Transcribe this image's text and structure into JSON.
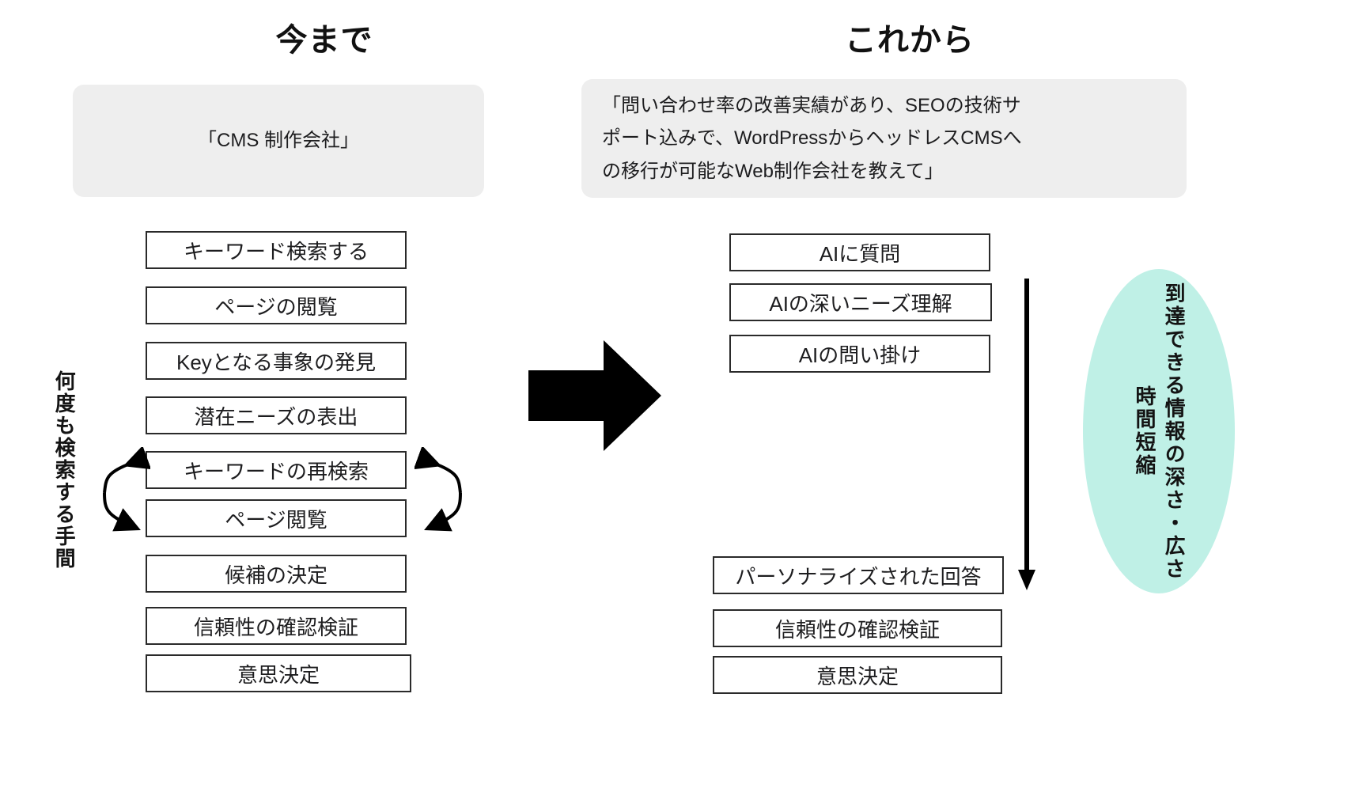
{
  "headings": {
    "past": "今まで",
    "future": "これから"
  },
  "prompts": {
    "past": "「CMS 制作会社」",
    "future_line1": "「問い合わせ率の改善実績があり、SEOの技術サ",
    "future_line2": "ポート込みで、WordPressからヘッドレスCMSへ",
    "future_line3": "の移行が可能なWeb制作会社を教えて」"
  },
  "past_flow": {
    "steps": [
      "キーワード検索する",
      "ページの閲覧",
      "Keyとなる事象の発見",
      "潜在ニーズの表出",
      "キーワードの再検索",
      "ページ閲覧",
      "候補の決定",
      "信頼性の確認検証",
      "意思決定"
    ],
    "effort_label": "何度も検索する手間",
    "loop_from": "キーワードの再検索",
    "loop_to": "ページ閲覧"
  },
  "future_flow": {
    "steps": [
      "AIに質問",
      "AIの深いニーズ理解",
      "AIの問い掛け",
      "パーソナライズされた回答",
      "信頼性の確認検証",
      "意思決定"
    ]
  },
  "benefit": {
    "depth_label": "到達できる情報の深さ・広さ",
    "time_label": "時間短縮",
    "ellipse_color": "#bff0e6"
  },
  "colors": {
    "bubble_bg": "#eeeeee",
    "box_border": "#2a2a2a",
    "text": "#1d1d1f",
    "arrow": "#000000",
    "background": "#ffffff"
  }
}
